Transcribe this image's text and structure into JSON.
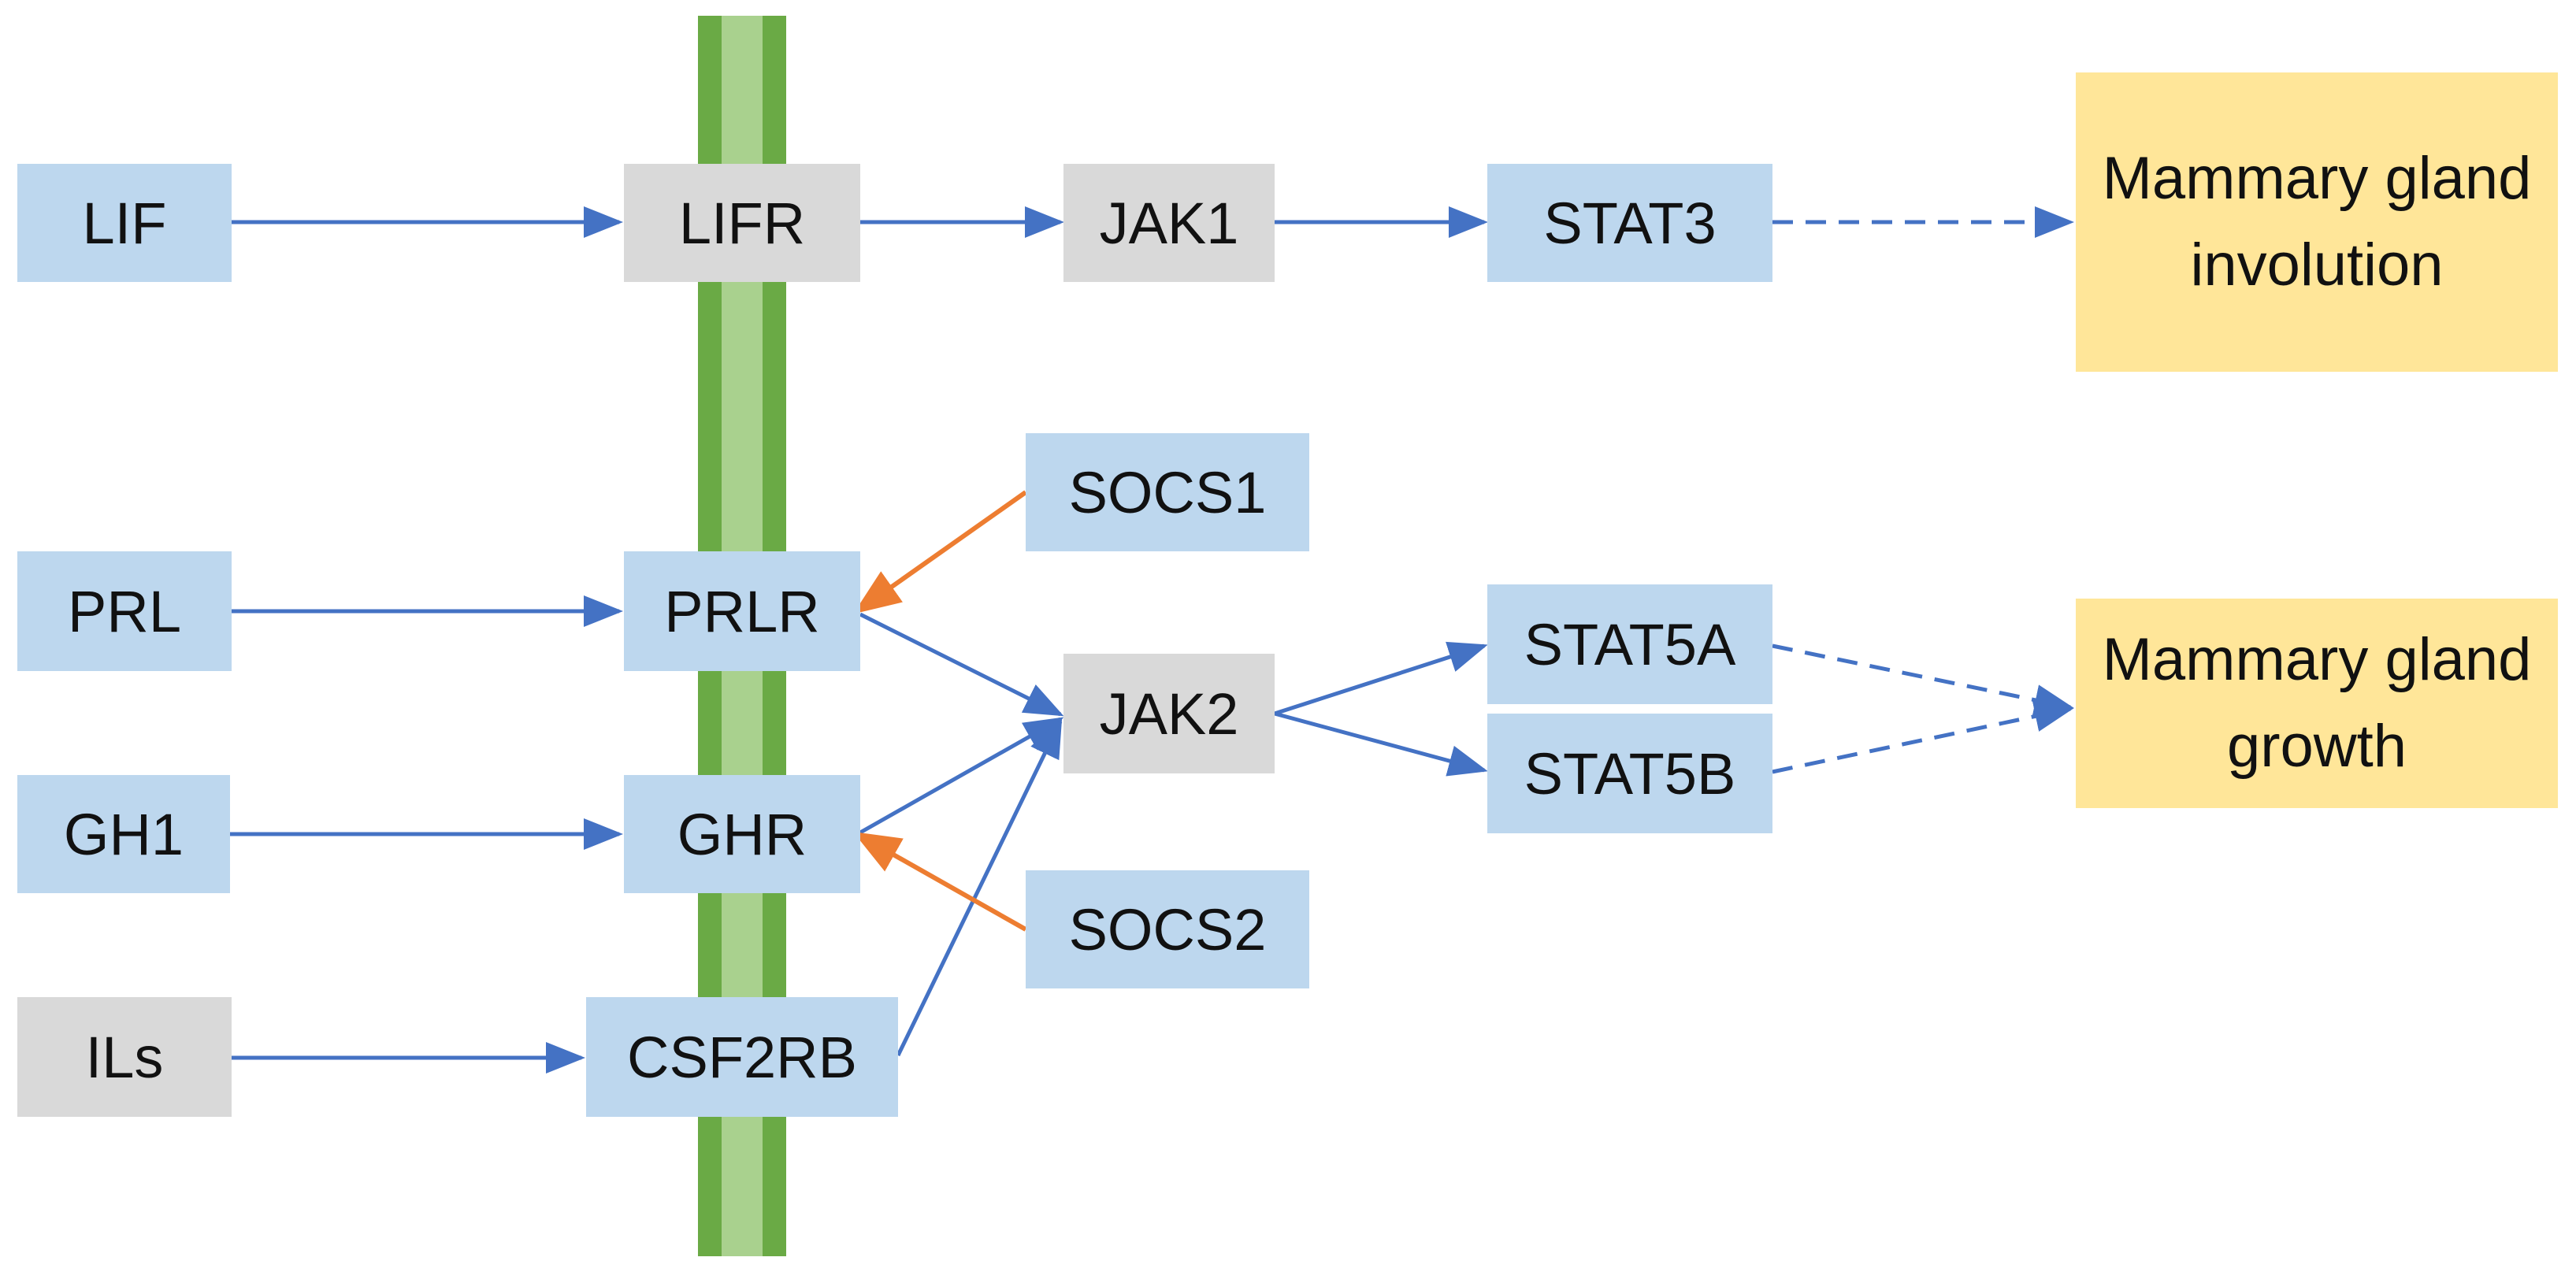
{
  "colors": {
    "membrane_outer": "#6aaa45",
    "membrane_inner": "#a9d18e",
    "ligand_receptor_blue": "#bdd7ee",
    "grey_node": "#d9d9d9",
    "outcome_yellow": "#ffe699",
    "activation_arrow": "#4472c4",
    "inhibition_arrow": "#ed7d31"
  },
  "nodes": {
    "lif": "LIF",
    "lifr": "LIFR",
    "jak1": "JAK1",
    "stat3": "STAT3",
    "involution": "Mammary gland involution",
    "socs1": "SOCS1",
    "prl": "PRL",
    "prlr": "PRLR",
    "jak2": "JAK2",
    "stat5a": "STAT5A",
    "stat5b": "STAT5B",
    "growth": "Mammary gland growth",
    "gh1": "GH1",
    "ghr": "GHR",
    "socs2": "SOCS2",
    "ils": "ILs",
    "csf2rb": "CSF2RB"
  },
  "edges": [
    {
      "from": "LIF",
      "to": "LIFR",
      "type": "activation"
    },
    {
      "from": "LIFR",
      "to": "JAK1",
      "type": "activation"
    },
    {
      "from": "JAK1",
      "to": "STAT3",
      "type": "activation"
    },
    {
      "from": "STAT3",
      "to": "Mammary gland involution",
      "type": "indirect"
    },
    {
      "from": "PRL",
      "to": "PRLR",
      "type": "activation"
    },
    {
      "from": "GH1",
      "to": "GHR",
      "type": "activation"
    },
    {
      "from": "ILs",
      "to": "CSF2RB",
      "type": "activation"
    },
    {
      "from": "PRLR",
      "to": "JAK2",
      "type": "activation"
    },
    {
      "from": "GHR",
      "to": "JAK2",
      "type": "activation"
    },
    {
      "from": "CSF2RB",
      "to": "JAK2",
      "type": "activation"
    },
    {
      "from": "JAK2",
      "to": "STAT5A",
      "type": "activation"
    },
    {
      "from": "JAK2",
      "to": "STAT5B",
      "type": "activation"
    },
    {
      "from": "STAT5A",
      "to": "Mammary gland growth",
      "type": "indirect"
    },
    {
      "from": "STAT5B",
      "to": "Mammary gland growth",
      "type": "indirect"
    },
    {
      "from": "SOCS1",
      "to": "PRLR",
      "type": "inhibition"
    },
    {
      "from": "SOCS2",
      "to": "GHR",
      "type": "inhibition"
    }
  ]
}
